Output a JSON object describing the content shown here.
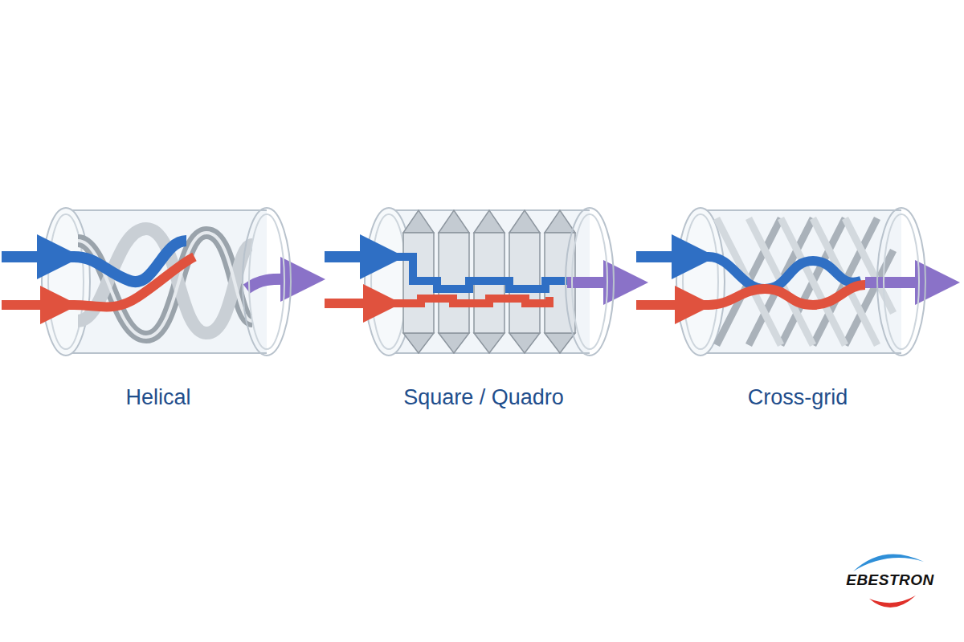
{
  "diagram": {
    "labels": [
      "Helical",
      "Square / Quadro",
      "Cross-grid",
      "EBESTRON"
    ]
  }
}
